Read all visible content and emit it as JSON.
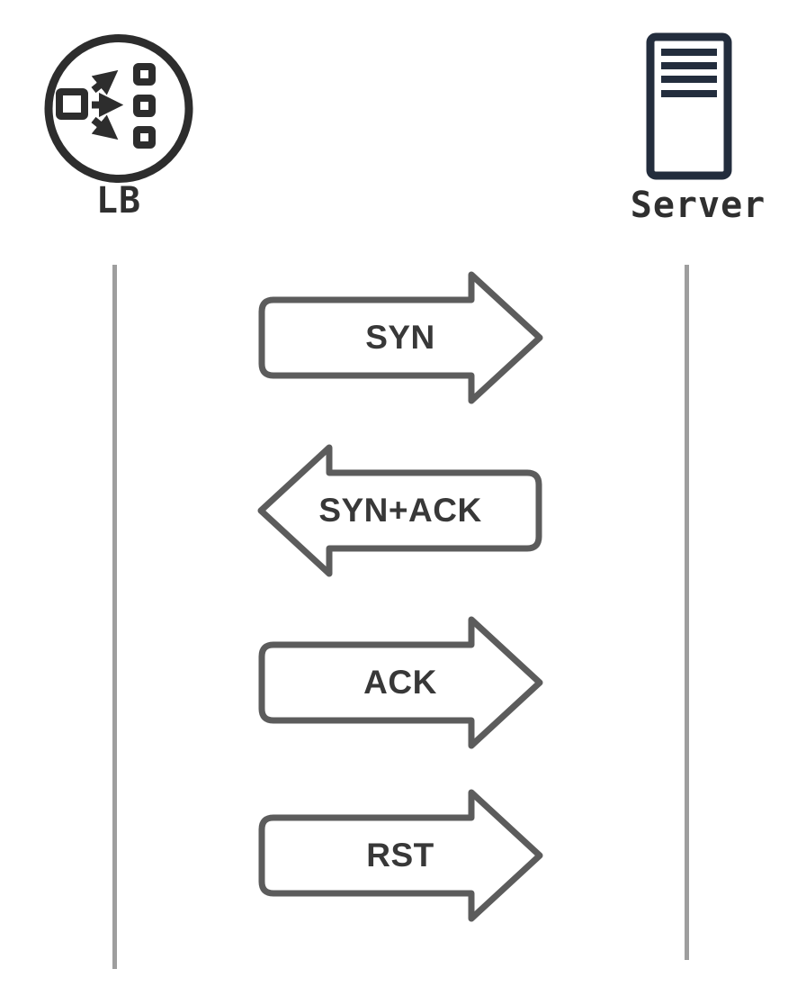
{
  "diagram": {
    "type": "sequence",
    "actors": [
      {
        "label": "LB",
        "icon": "load-balancer-icon"
      },
      {
        "label": "Server",
        "icon": "server-icon"
      }
    ],
    "messages": [
      {
        "label": "SYN",
        "direction": "right",
        "from": "LB",
        "to": "Server"
      },
      {
        "label": "SYN+ACK",
        "direction": "left",
        "from": "Server",
        "to": "LB"
      },
      {
        "label": "ACK",
        "direction": "right",
        "from": "LB",
        "to": "Server"
      },
      {
        "label": "RST",
        "direction": "right",
        "from": "LB",
        "to": "Server"
      }
    ],
    "colors": {
      "background": "#ffffff",
      "lb_icon": "#2d2d2d",
      "server_icon": "#232d3d",
      "actor_label": "#2f2f2f",
      "arrow_outline": "#5c5c5c",
      "arrow_label": "#383838",
      "lifeline": "#9e9e9e"
    }
  }
}
